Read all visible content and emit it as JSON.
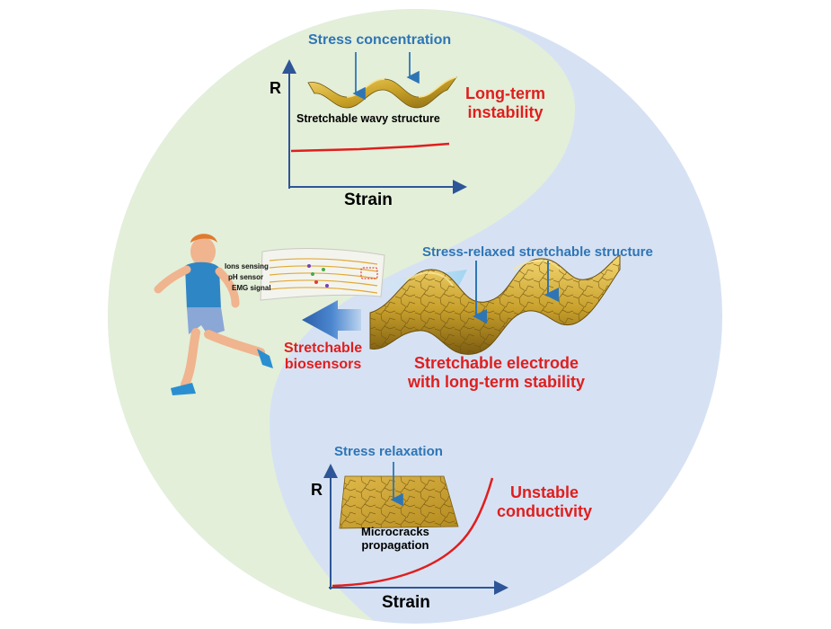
{
  "top_panel": {
    "annotation": "Stress concentration",
    "y_axis": "R",
    "x_axis": "Strain",
    "structure_label": "Stretchable wavy structure",
    "outcome_line1": "Long-term",
    "outcome_line2": "instability"
  },
  "middle_panel": {
    "annotation": "Stress-relaxed stretchable structure",
    "arrow_label_line1": "Stretchable",
    "arrow_label_line2": "biosensors",
    "electrode_line1": "Stretchable electrode",
    "electrode_line2": "with long-term stability",
    "sensor_labels": [
      "Ions sensing",
      "pH sensor",
      "EMG signal"
    ]
  },
  "bottom_panel": {
    "annotation": "Stress relaxation",
    "y_axis": "R",
    "x_axis": "Strain",
    "film_line1": "Microcracks",
    "film_line2": "propagation",
    "outcome_line1": "Unstable",
    "outcome_line2": "conductivity"
  },
  "colors": {
    "green_half": "#e3efd9",
    "blue_half": "#d6e2f3",
    "annotation_blue": "#2e75b6",
    "outcome_red": "#e01e1e",
    "electrode_gold": "#c9a227"
  }
}
